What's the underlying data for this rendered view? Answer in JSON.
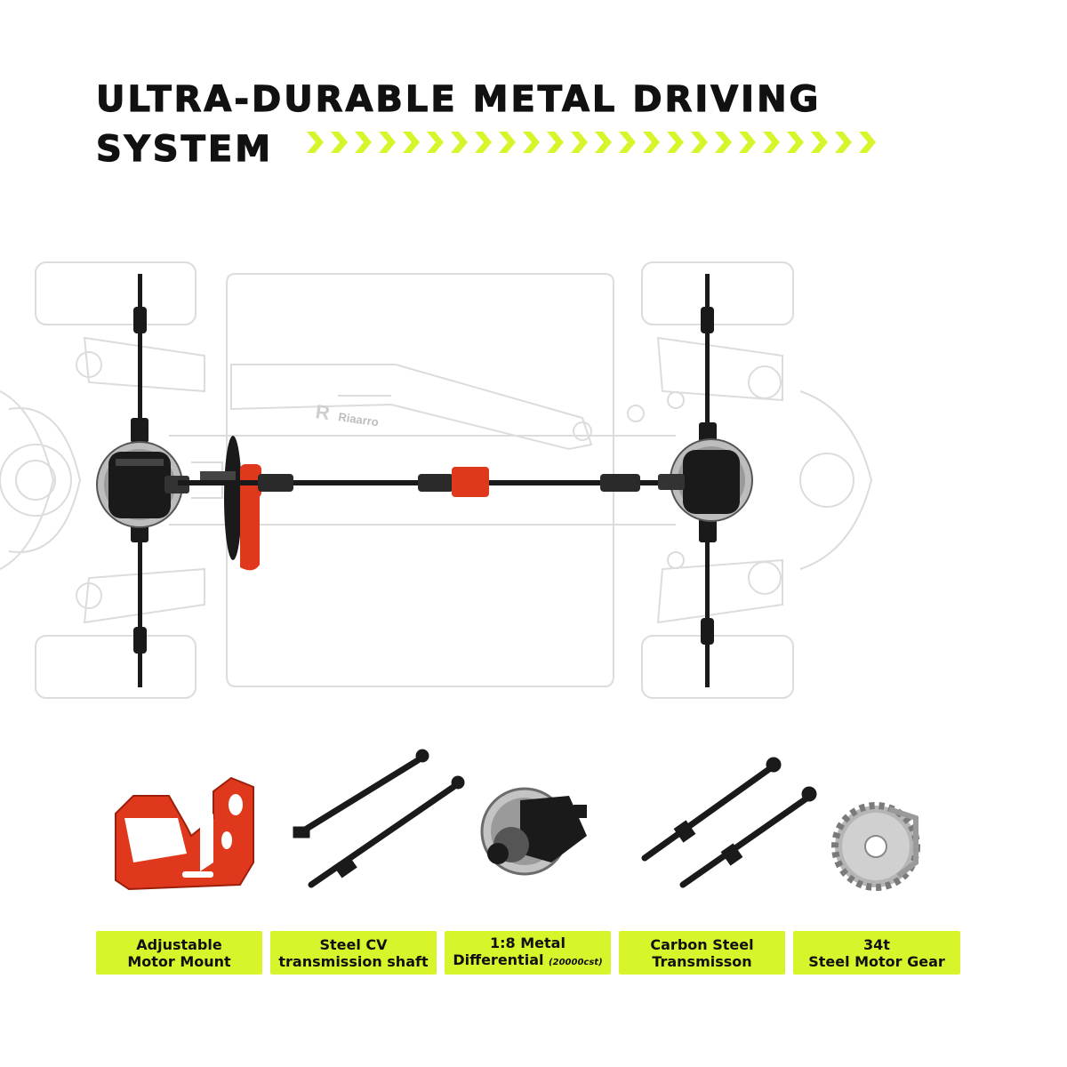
{
  "headline": {
    "line1": "ULTRA-DURABLE METAL DRIVING",
    "line2": "SYSTEM"
  },
  "colors": {
    "accent": "#d8f52b",
    "text": "#111111",
    "metal_red": "#e0381c",
    "outline": "#d9d9d9",
    "shaft": "#1a1a1a"
  },
  "diagram": {
    "brand_logo": "Riaarro"
  },
  "parts": [
    {
      "icon": "motor-mount-icon",
      "line1": "Adjustable",
      "line2": "Motor Mount",
      "note": ""
    },
    {
      "icon": "cv-shaft-icon",
      "line1": "Steel CV",
      "line2": "transmission shaft",
      "note": ""
    },
    {
      "icon": "differential-icon",
      "line1": "1:8 Metal",
      "line2": "Differential",
      "note": "(20000cst)"
    },
    {
      "icon": "transmission-icon",
      "line1": "Carbon Steel",
      "line2": "Transmisson",
      "note": ""
    },
    {
      "icon": "motor-gear-icon",
      "line1": "34t",
      "line2": "Steel Motor Gear",
      "note": ""
    }
  ]
}
